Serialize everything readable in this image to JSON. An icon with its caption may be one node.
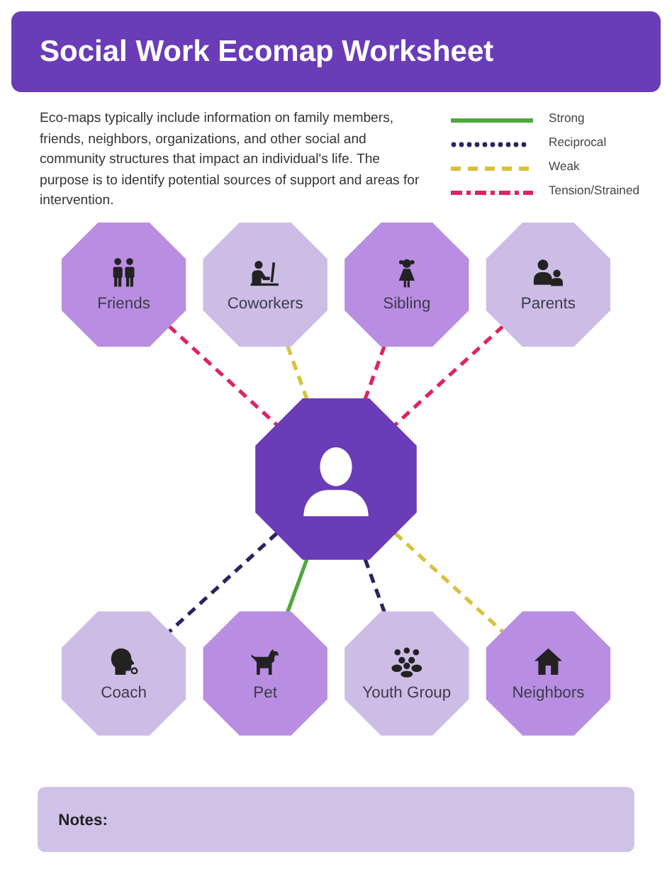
{
  "diagram": {
    "title": "Social Work Ecomap Worksheet",
    "nodes": [
      {
        "text": [
          "Sibling"
        ]
      },
      {
        "text": [
          "Coworkers"
        ]
      },
      {
        "text": [
          "Parents"
        ]
      },
      {
        "text": [
          "Friends"
        ]
      },
      {
        "text": [],
        "shape": "octagon"
      },
      {
        "text": [
          "Neighbors"
        ]
      },
      {
        "text": [
          "Coach"
        ]
      },
      {
        "text": [
          "Youth Group"
        ]
      },
      {
        "text": [
          "Pet"
        ]
      },
      {
        "text": [
          "Notes:"
        ]
      }
    ],
    "edges": [
      {
        "from": 3,
        "to": 4,
        "arrow": "none",
        "style": "dashed",
        "color": "#e0245e"
      },
      {
        "from": 1,
        "to": 4,
        "arrow": "none",
        "style": "dashed",
        "color": "#d8c13e"
      },
      {
        "from": 0,
        "to": 4,
        "arrow": "none",
        "style": "dashed",
        "color": "#e0245e"
      },
      {
        "from": 2,
        "to": 4,
        "arrow": "none",
        "style": "dashed",
        "color": "#e0245e"
      },
      {
        "from": 4,
        "to": 6,
        "arrow": "none",
        "style": "dashed",
        "color": "#2e2160"
      },
      {
        "from": 4,
        "to": 8,
        "arrow": "none",
        "color": "#4fa83d"
      },
      {
        "from": 4,
        "to": 7,
        "arrow": "none",
        "style": "dashed",
        "color": "#2e2160"
      },
      {
        "from": 4,
        "to": 5,
        "arrow": "none",
        "style": "dashed",
        "color": "#d8c13e"
      }
    ],
    "labels": [
      "Eco-maps typically include information on family members, friends, neighbors, organizations, and other social and community structures that impact an individual's life. The purpose is to identify potential sources of support and areas for intervention."
    ],
    "legend": [
      {
        "text": "Strong"
      },
      {
        "text": "Reciprocal"
      },
      {
        "text": "Weak"
      },
      {
        "text": "Tension/Strained"
      }
    ]
  }
}
